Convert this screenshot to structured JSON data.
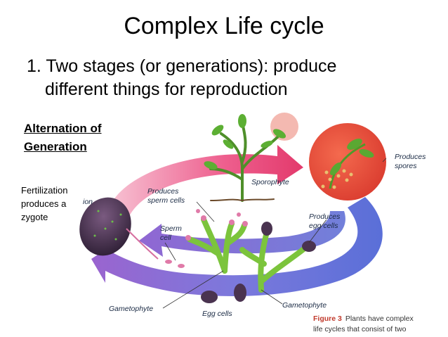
{
  "slide": {
    "title": "Complex Life cycle",
    "point_line1": "1.  Two stages (or generations):  produce",
    "point_line2": "different things for reproduction",
    "alternation_line1": "Alternation of",
    "alternation_line2": "Generation",
    "fertilization_line1": "Fertilization",
    "fertilization_line2": "produces a",
    "fertilization_line3": "zygote"
  },
  "diagram": {
    "labels": {
      "sporophyte": "Sporophyte",
      "produces_spores_1": "Produces",
      "produces_spores_2": "spores",
      "produces_sperm_1": "Produces",
      "produces_sperm_2": "sperm cells",
      "sperm_cell_1": "Sperm",
      "sperm_cell_2": "cell",
      "produces_egg_1": "Produces",
      "produces_egg_2": "egg cells",
      "gametophyte_left": "Gametophyte",
      "egg_cells": "Egg cells",
      "gametophyte_right": "Gametophyte",
      "cut_label": "ion"
    },
    "caption": {
      "figure_label": "Figure 3",
      "line1": "Plants have complex",
      "line2": "life cycles that consist of two"
    },
    "colors": {
      "arrow_pink": "#ee4477",
      "arrow_blue": "#6f70d6",
      "arrow_purple": "#8a5bd0",
      "plant_green": "#6bb83a",
      "spore_red": "#e8483a",
      "zygote": "#4a3350"
    }
  }
}
